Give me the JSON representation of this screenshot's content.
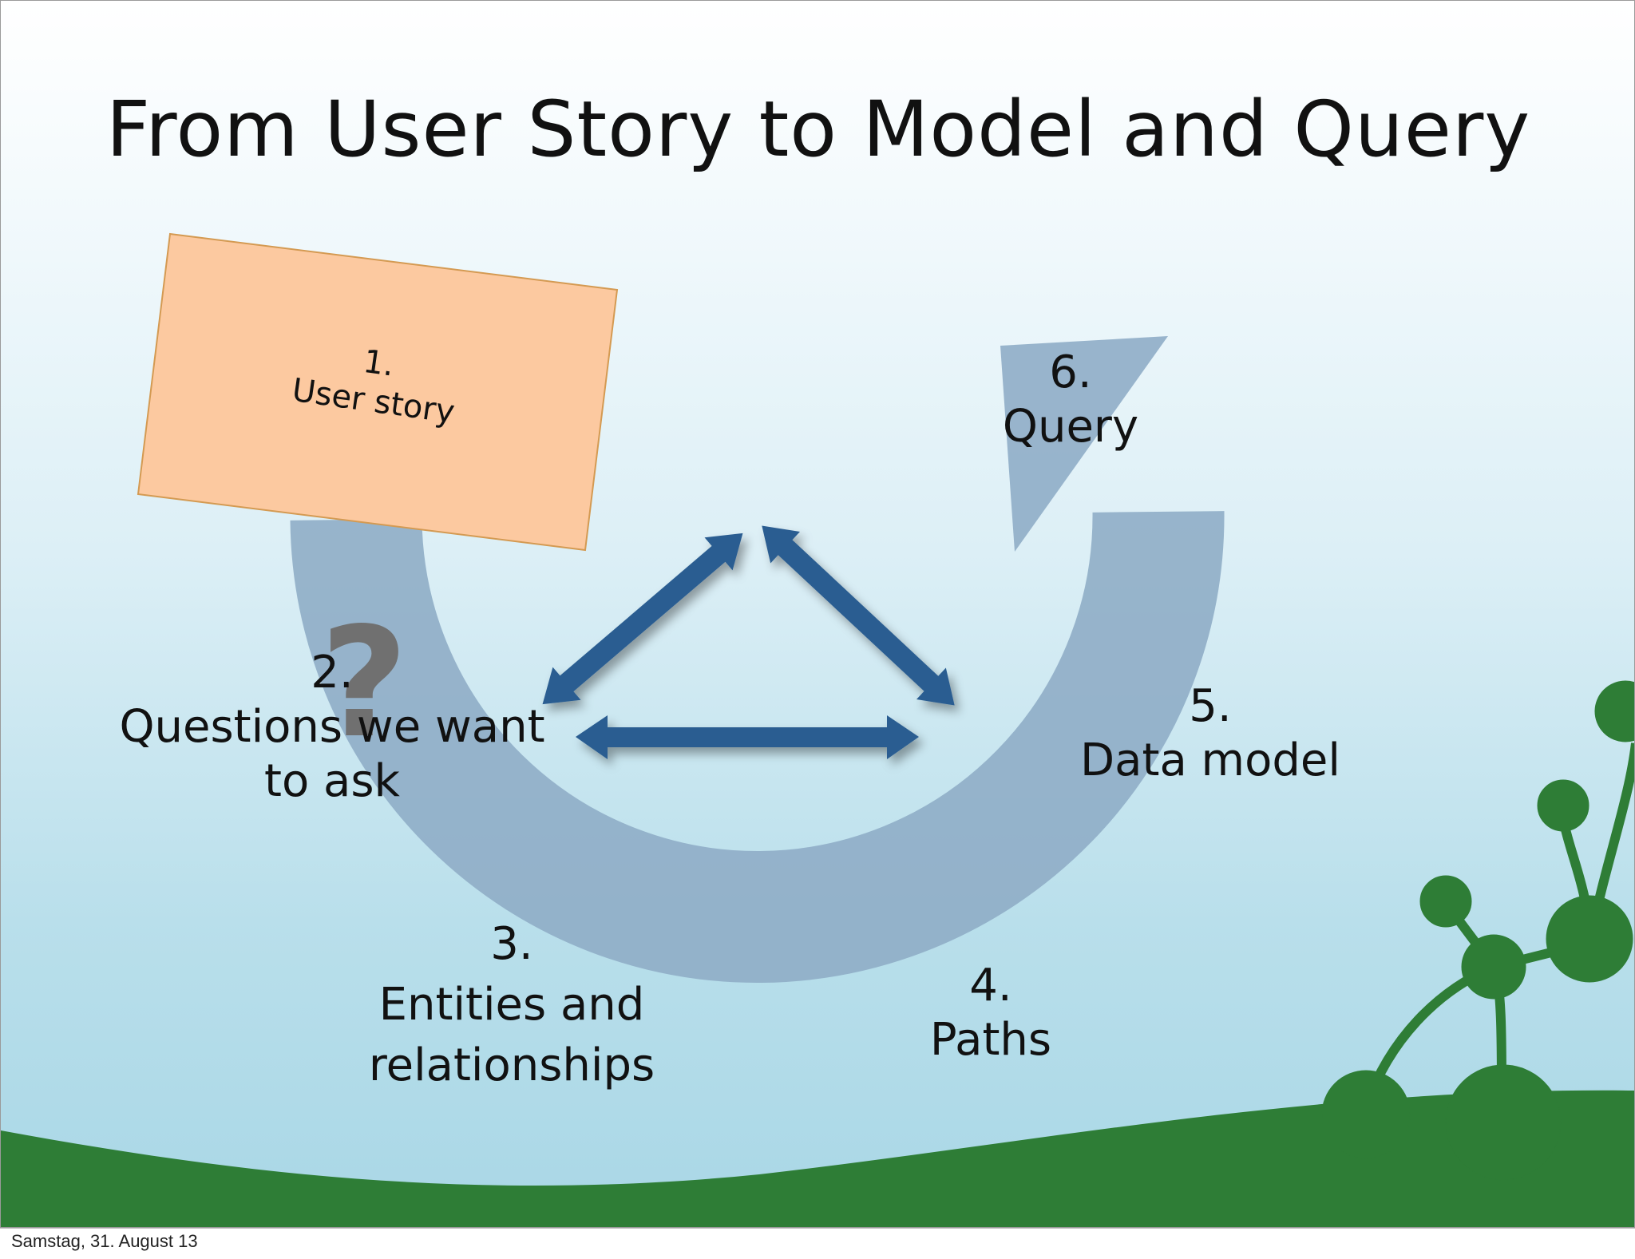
{
  "slide": {
    "title": "From User Story to Model and Query"
  },
  "steps": {
    "step1": {
      "number": "1.",
      "label": "User story"
    },
    "step2": {
      "number": "2.",
      "line1": "Questions we want",
      "line2": "to ask"
    },
    "step3": {
      "number": "3.",
      "line1": "Entities and",
      "line2": "relationships"
    },
    "step4": {
      "number": "4.",
      "label": "Paths"
    },
    "step5": {
      "number": "5.",
      "label": "Data model"
    },
    "step6": {
      "number": "6.",
      "label": "Query"
    }
  },
  "question_mark": "?",
  "footer": {
    "date": "Samstag, 31. August 13"
  },
  "colors": {
    "cycle_arrow": "#8fadc6",
    "triangle_arrows": "#2b5d91",
    "card_fill": "#fcc9a0",
    "card_border": "#d49a52",
    "grass": "#2e7d36"
  }
}
